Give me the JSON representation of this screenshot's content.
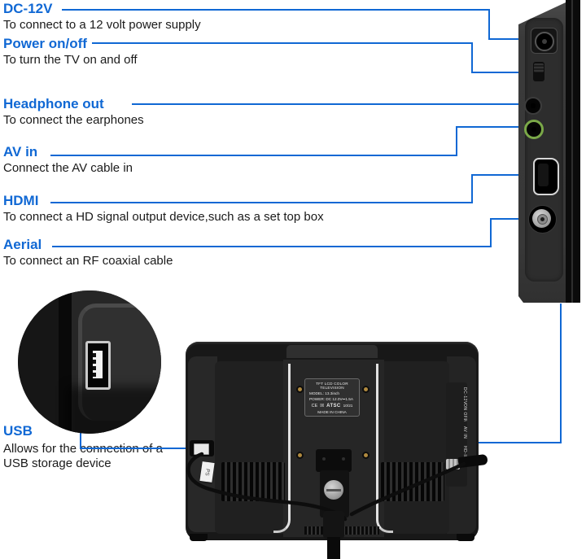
{
  "colors": {
    "accent": "#1068d4",
    "background": "#ffffff"
  },
  "callouts": [
    {
      "title": "DC-12V",
      "desc": "To connect to a 12 volt power supply"
    },
    {
      "title": "Power on/off",
      "desc": "To turn the TV on and off"
    },
    {
      "title": "Headphone out",
      "desc": "To connect the earphones"
    },
    {
      "title": "AV in",
      "desc": "Connect the AV cable in"
    },
    {
      "title": "HDMI",
      "desc": "To connect a HD signal output device,such as a set top box"
    },
    {
      "title": "Aerial",
      "desc": "To connect an RF coaxial cable"
    },
    {
      "title": "USB",
      "desc": "Allows for the connection of a USB storage device"
    }
  ],
  "tv_back": {
    "label_plate": {
      "title": "TFT LCD COLOR TELEVISION",
      "model": "MODEL:  13.3inch",
      "power": "POWER: DC 12.0V⎓1.5A",
      "cert_ce": "CE",
      "cert_weee": "☒",
      "cert_atsc": "ATSC",
      "cert_date": "10/21",
      "origin": "MADE IN CHINA"
    },
    "port_strip": {
      "labels": [
        "DC-12V",
        "ON OFF",
        "∩",
        "AV IN",
        "HD-IN"
      ]
    },
    "cable_tag": "PS"
  }
}
